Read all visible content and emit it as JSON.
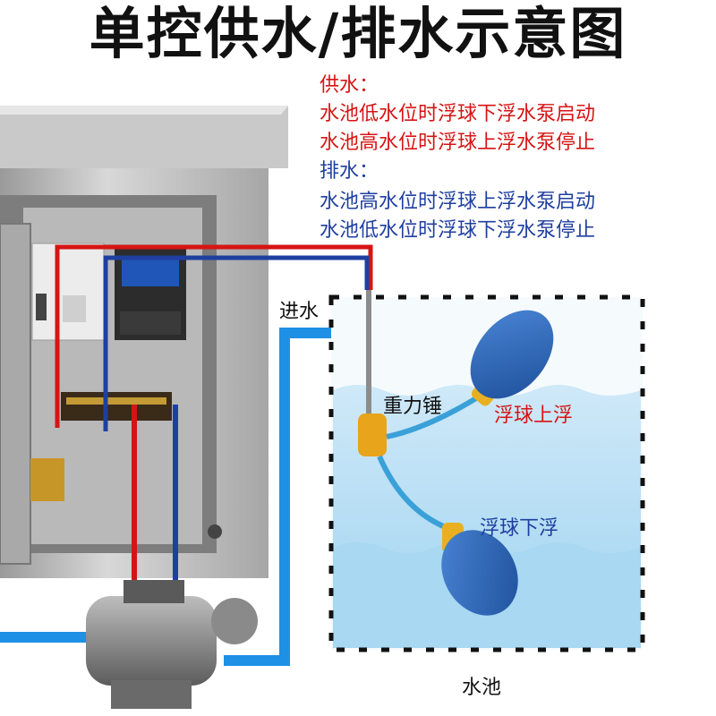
{
  "title": "单控供水/排水示意图",
  "notes": {
    "supply_heading": "供水：",
    "supply_line1": "水池低水位时浮球下浮水泵启动",
    "supply_line2": "水池高水位时浮球上浮水泵停止",
    "drain_heading": "排水：",
    "drain_line1": "水池高水位时浮球上浮水泵启动",
    "drain_line2": "水池低水位时浮球下浮水泵停止"
  },
  "labels": {
    "inlet": "进水",
    "weight": "重力锤",
    "float_up": "浮球上浮",
    "float_down": "浮球下浮",
    "pool": "水池"
  },
  "colors": {
    "supply_text": "#d61414",
    "drain_text": "#1f3fa0",
    "wire_red": "#d61414",
    "wire_blue": "#1f3fa0",
    "pipe": "#1e90e6",
    "float": "#2a5fae",
    "float_cap": "#f0b21c",
    "water": "#a8d8f2"
  }
}
